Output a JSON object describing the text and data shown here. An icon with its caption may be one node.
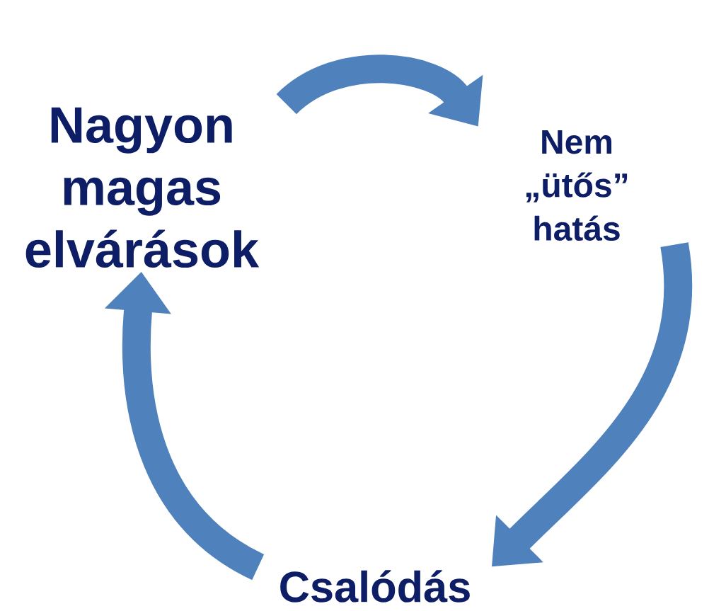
{
  "diagram": {
    "nodes": [
      {
        "text": [
          "Nagyon magas elvárások"
        ]
      },
      {
        "text": [
          "Nem „ütős” hatás"
        ]
      },
      {
        "text": [
          "Csalódás"
        ]
      }
    ],
    "edges": [
      {
        "from": 0,
        "to": 1,
        "arrow": "to"
      },
      {
        "from": 1,
        "to": 2,
        "arrow": "to"
      },
      {
        "from": 2,
        "to": 0,
        "arrow": "to"
      }
    ]
  }
}
